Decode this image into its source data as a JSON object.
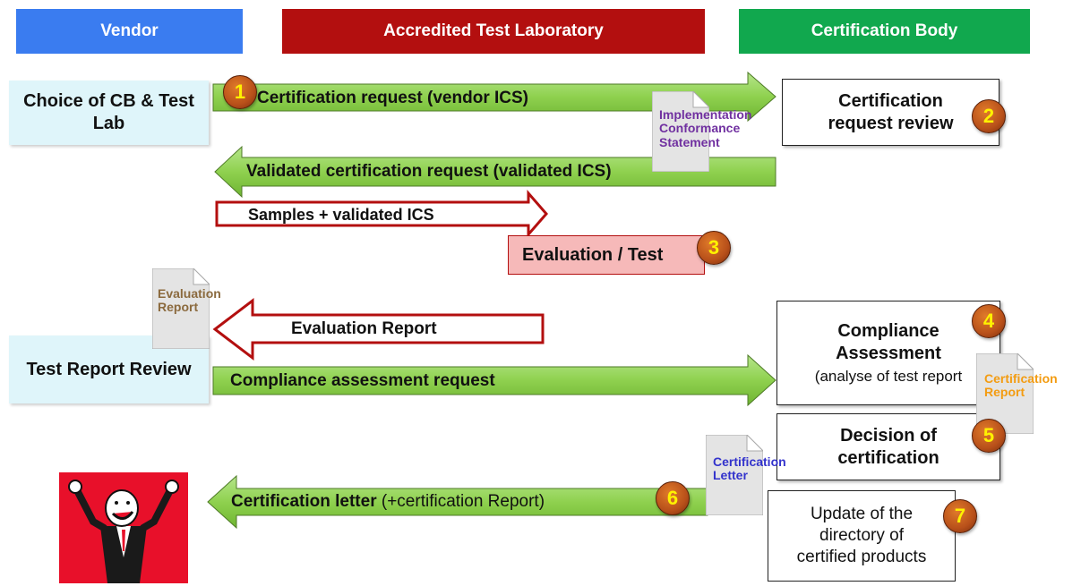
{
  "headers": {
    "vendor": "Vendor",
    "lab": "Accredited Test  Laboratory",
    "cb": "Certification  Body"
  },
  "boxes": {
    "choice": "Choice of CB & Test Lab",
    "cert_review": "Certification request review",
    "evaluation": "Evaluation / Test",
    "test_report_review": "Test Report Review",
    "compliance_title": "Compliance Assessment",
    "compliance_sub": "(analyse of test report",
    "decision": "Decision of certification",
    "update": "Update of the directory of certified products"
  },
  "arrows": {
    "a1": "Certification  request (vendor ICS)",
    "a2": "Validated certification request (validated ICS)",
    "a3": "Samples + validated ICS",
    "a4": "Evaluation Report",
    "a5": "Compliance assessment request",
    "a6_bold": "Certification  letter",
    "a6_normal": " (+certification Report)"
  },
  "docs": {
    "ics": "Implementation Conformance Statement",
    "eval_report": "Evaluation Report",
    "cert_report": "Certification Report",
    "cert_letter": "Certification Letter"
  },
  "badges": [
    "1",
    "2",
    "3",
    "4",
    "5",
    "6",
    "7"
  ],
  "colors": {
    "vendor": "#3a7cf0",
    "lab": "#b30f0f",
    "cb": "#11a84e",
    "green_arrow": "#8fd14f",
    "red_outline": "#b30f0f",
    "vendor_box": "#dff5fa",
    "eval_box": "#f6b9b9",
    "ics_text": "#7030a0",
    "eval_text": "#8b6a3e",
    "cert_report_text": "#f39c12",
    "cert_letter_text": "#3333cc"
  }
}
